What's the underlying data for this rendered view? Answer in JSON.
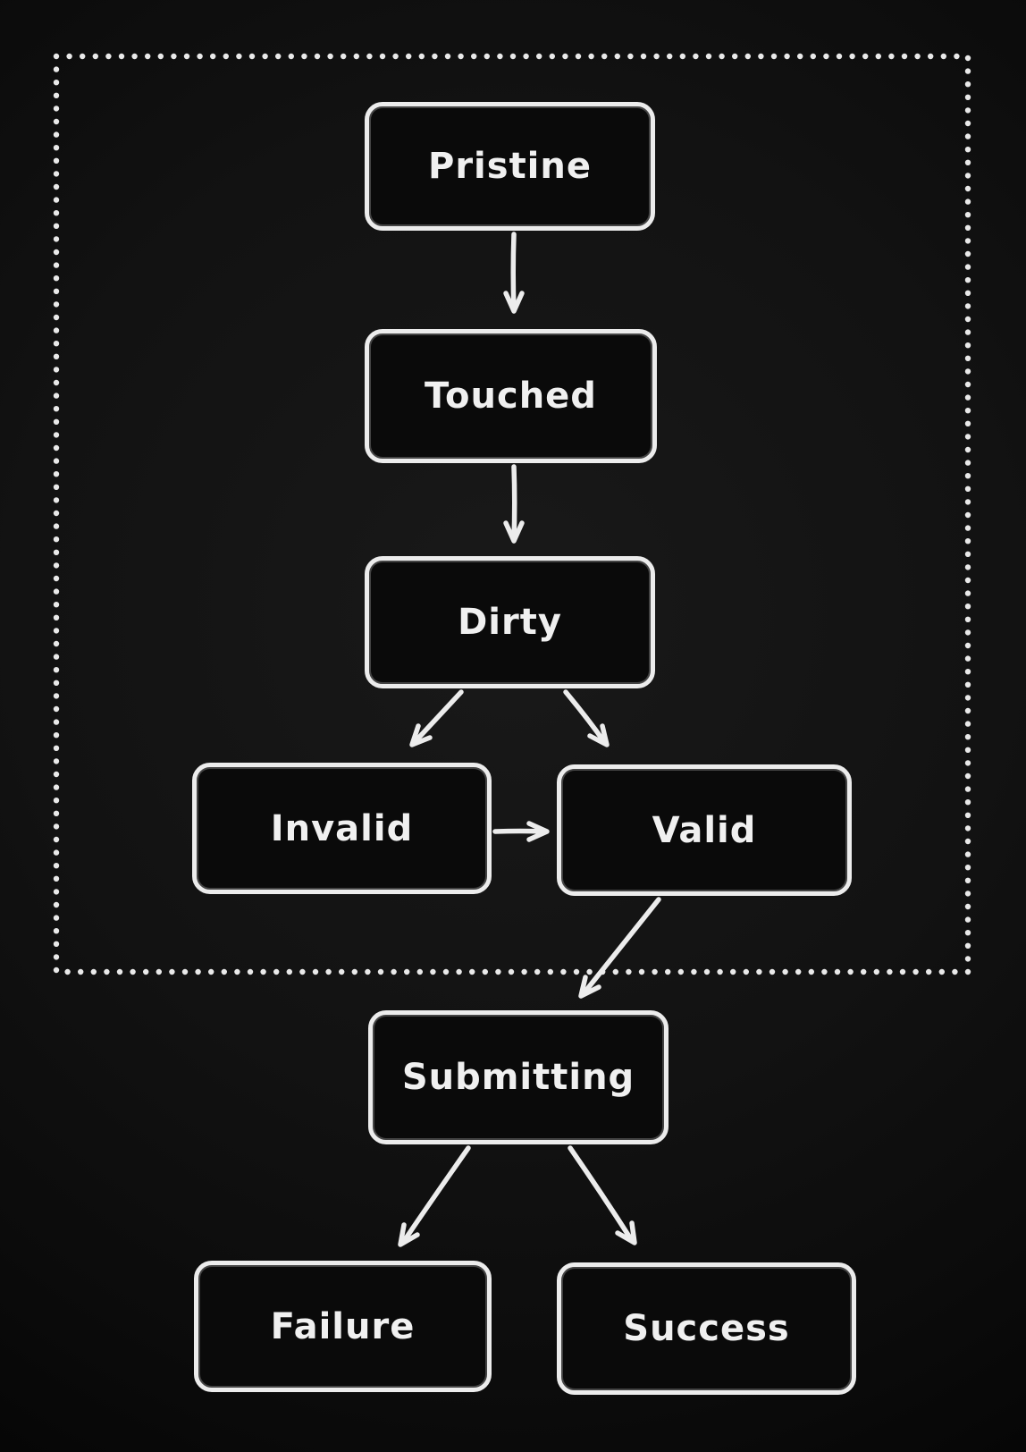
{
  "diagram": {
    "type": "flowchart",
    "theme": "dark",
    "colors": {
      "background": "#121212",
      "stroke": "#ececec",
      "node_fill": "#0a0a0a",
      "text": "#f0f0f0"
    },
    "group": {
      "name": "dotted-group",
      "border_style": "dotted",
      "contains": [
        "Pristine",
        "Touched",
        "Dirty",
        "Invalid",
        "Valid"
      ]
    },
    "nodes": {
      "pristine": {
        "label": "Pristine"
      },
      "touched": {
        "label": "Touched"
      },
      "dirty": {
        "label": "Dirty"
      },
      "invalid": {
        "label": "Invalid"
      },
      "valid": {
        "label": "Valid"
      },
      "submitting": {
        "label": "Submitting"
      },
      "failure": {
        "label": "Failure"
      },
      "success": {
        "label": "Success"
      }
    },
    "edges": [
      {
        "from": "Pristine",
        "to": "Touched"
      },
      {
        "from": "Touched",
        "to": "Dirty"
      },
      {
        "from": "Dirty",
        "to": "Invalid"
      },
      {
        "from": "Dirty",
        "to": "Valid"
      },
      {
        "from": "Invalid",
        "to": "Valid"
      },
      {
        "from": "Valid",
        "to": "Submitting"
      },
      {
        "from": "Submitting",
        "to": "Failure"
      },
      {
        "from": "Submitting",
        "to": "Success"
      }
    ]
  }
}
